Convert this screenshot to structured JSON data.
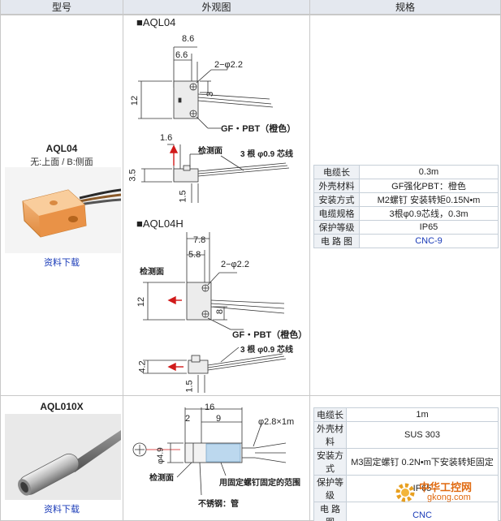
{
  "headers": {
    "model": "型号",
    "appearance": "外观图",
    "spec": "规格"
  },
  "products": [
    {
      "model": "AQL04",
      "subtitle": "无:上面 / B:侧面",
      "download": "资料下载",
      "drawings": [
        {
          "title": "■AQL04",
          "dims": [
            "8.6",
            "6.6",
            "2−φ2.2",
            "12",
            "3",
            "GF・PBT（橙色）",
            "1.6",
            "检测面",
            "3 根 φ0.9 芯线",
            "3.5",
            "1.5"
          ]
        },
        {
          "title": "■AQL04H",
          "dims": [
            "7.8",
            "5.8",
            "2−φ2.2",
            "检测面",
            "12",
            "8",
            "GF・PBT（橙色）",
            "3 根 φ0.9 芯线",
            "4.2",
            "1.5"
          ]
        }
      ],
      "specs": [
        {
          "key": "电缆长",
          "value": "0.3m"
        },
        {
          "key": "外壳材料",
          "value": "GF强化PBT：橙色"
        },
        {
          "key": "安装方式",
          "value": "M2螺钉 安装转矩0.15N•m"
        },
        {
          "key": "电缆规格",
          "value": "3根φ0.9芯线，0.3m"
        },
        {
          "key": "保护等级",
          "value": "IP65"
        },
        {
          "key": "电 路 图",
          "value": "CNC-9"
        }
      ]
    },
    {
      "model": "AQL010X",
      "download": "资料下载",
      "drawings": [
        {
          "title": "",
          "dims": [
            "16",
            "9",
            "2",
            "φ2.8×1m",
            "φ4.9",
            "检测面",
            "用固定螺钉固定的范围",
            "不锈钢：管"
          ]
        }
      ],
      "specs": [
        {
          "key": "电缆长",
          "value": "1m"
        },
        {
          "key": "外壳材料",
          "value": "SUS 303"
        },
        {
          "key": "安装方式",
          "value": "M3固定螺钉 0.2N•m下安装转矩固定"
        },
        {
          "key": "保护等级",
          "value": "IP65"
        },
        {
          "key": "电 路 图",
          "value": "CNC"
        }
      ]
    }
  ],
  "watermark": {
    "text": "中华工控网",
    "url": "gkong.com",
    "color": "#e06a10"
  },
  "colors": {
    "header_bg": "#e4e8ef",
    "link": "#1a3bb8",
    "sensor_orange": "#f0a45a",
    "arrow_red": "#d11a1a"
  }
}
